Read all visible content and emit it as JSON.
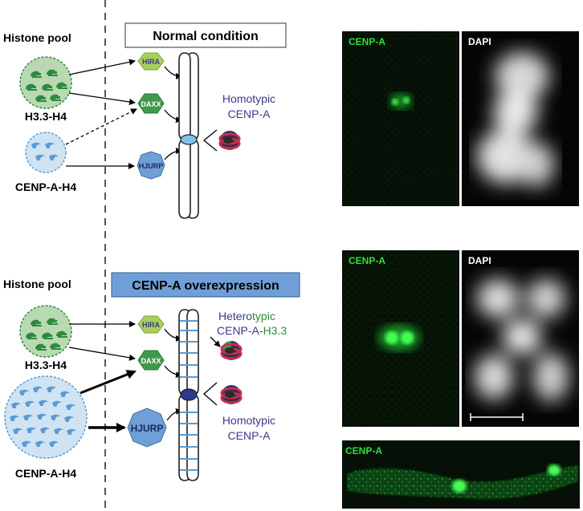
{
  "top": {
    "pool_label": "Histone pool",
    "condition": "Normal condition",
    "h33_label": "H3.3-H4",
    "cenpa_label": "CENP-A-H4",
    "chaperones": {
      "hira": "HIRA",
      "daxx": "DAXX",
      "hjurp": "HJURP"
    },
    "nucleosome_line1": "Homotypic",
    "nucleosome_line2": "CENP-A",
    "micro": {
      "left": "CENP-A",
      "right": "DAPI"
    }
  },
  "bottom": {
    "pool_label": "Histone pool",
    "condition": "CENP-A overexpression",
    "h33_label": "H3.3-H4",
    "cenpa_label": "CENP-A-H4",
    "chaperones": {
      "hira": "HIRA",
      "daxx": "DAXX",
      "hjurp": "HJURP"
    },
    "hetero_line1_a": "Hetero",
    "hetero_line1_b": "typic",
    "hetero_line2_a": "CENP-A-",
    "hetero_line2_b": "H3.3",
    "homo_line1": "Homotypic",
    "homo_line2": "CENP-A",
    "micro": {
      "left": "CENP-A",
      "right": "DAPI"
    },
    "strip_label": "CENP-A"
  },
  "colors": {
    "h33_green": "#2f8a3e",
    "pool_green_fill": "#b9d9b2",
    "cenpa_blue": "#5b9bd5",
    "pool_blue_fill": "#cfe3f3",
    "hira_fill": "#a8cf5a",
    "daxx_fill": "#3f9a4c",
    "hjurp_fill": "#6f9fd6",
    "box_blue": "#6f9fd6",
    "navy_text": "#3a3a8c",
    "fluor_green": "#2ee03a"
  }
}
